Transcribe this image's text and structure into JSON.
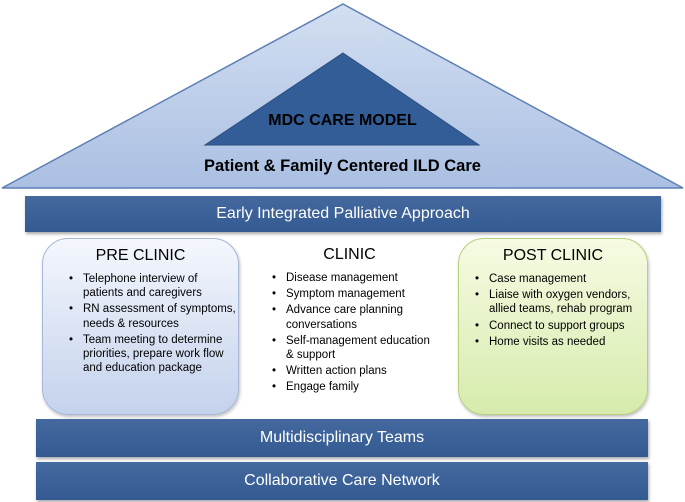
{
  "roof": {
    "title": "MDC CARE MODEL",
    "subtitle": "Patient & Family Centered ILD Care",
    "outer_fill": "#b8c9e6",
    "inner_fill": "#335d97"
  },
  "bars": {
    "palliative": "Early Integrated Palliative Approach",
    "teams": "Multidisciplinary Teams",
    "network": "Collaborative Care Network",
    "color": "#3a6099"
  },
  "pre_clinic": {
    "heading": "PRE CLINIC",
    "items": [
      "Telephone interview of patients and caregivers",
      "RN assessment of symptoms, needs & resources",
      "Team meeting to determine priorities, prepare work flow and education package"
    ]
  },
  "clinic": {
    "heading": "CLINIC",
    "items": [
      "Disease management",
      "Symptom management",
      "Advance care planning conversations",
      "Self-management education & support",
      "Written action plans",
      "Engage family"
    ]
  },
  "post_clinic": {
    "heading": "POST CLINIC",
    "items": [
      "Case management",
      "Liaise with oxygen vendors, allied teams, rehab program",
      "Connect to support groups",
      "Home visits as needed"
    ]
  }
}
